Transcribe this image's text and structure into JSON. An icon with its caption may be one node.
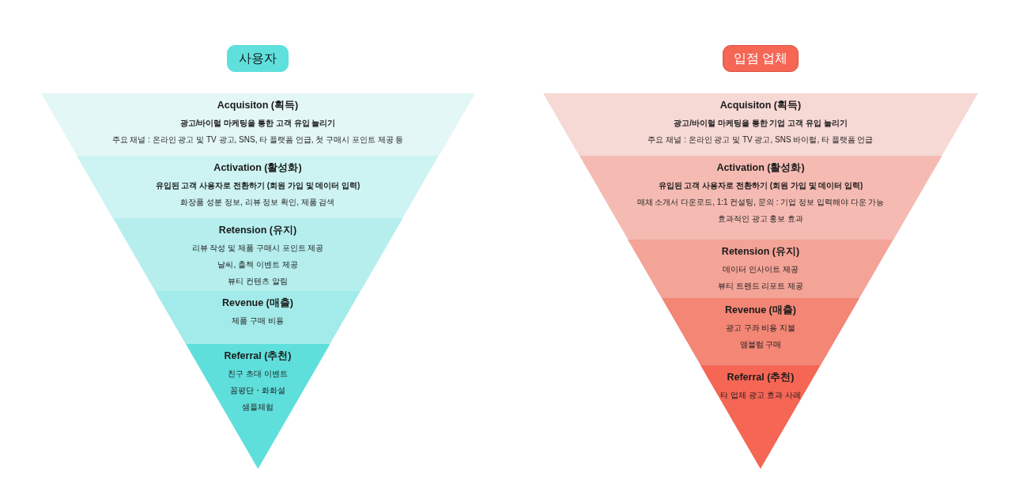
{
  "diagram": {
    "nodes": [
      {
        "text": [
          "사용자"
        ]
      },
      {
        "text": [
          "Acquisiton (획득)",
          "광고/바이럴 마케팅을 통한 고객 유입 늘리기",
          "주요 채널 : 온라인 광고 및 TV 광고, SNS, 타 플랫폼 언급, 첫 구매시 포인트 제공 등"
        ]
      },
      {
        "text": [
          "Activation (활성화)",
          "유입된 고객 사용자로 전환하기 (회원 가입 및 데이터 입력)",
          "화장품 성분 정보,  리뷰 정보 확인, 제품 검색"
        ]
      },
      {
        "text": [
          "Retension (유지)",
          "리뷰 작성 및 제품 구매시 포인트 제공",
          "날씨, 출첵 이벤트 제공",
          "뷰티 컨텐츠 알림"
        ]
      },
      {
        "text": [
          "Revenue (매출)",
          "제품 구매 비용"
        ]
      },
      {
        "text": [
          "Referral (추천)",
          "친구 초대 이벤트",
          "꼼평단・화화설",
          "샘플체험"
        ]
      },
      {
        "text": [
          "입점 업체"
        ]
      },
      {
        "text": [
          "Acquisiton (획득)",
          "광고/바이럴 마케팅을 통한 기업 고객 유입 늘리기",
          "주요 채널 : 온라인 광고 및 TV 광고, SNS 바이럴, 타 플랫폼 언급"
        ]
      },
      {
        "text": [
          "Activation (활성화)",
          "유입된 고객 사용자로 전환하기 (회원 가입 및 데이터 입력)",
          "매체 소개서 다운로드, 1:1 컨설팅, 문의 : 기업 정보 입력해야 다운 가능",
          "효과적인 광고 홍보 효과"
        ]
      },
      {
        "text": [
          "Retension (유지)",
          "데이터 인사이트 제공",
          "뷰티 트렌드 리포트 제공"
        ]
      },
      {
        "text": [
          "Revenue (매출)",
          "광고 구좌 비용 지불",
          "앰블럼 구매"
        ]
      },
      {
        "text": [
          "Referral (추천)",
          "타 업체 광고 효과 사례"
        ]
      }
    ]
  }
}
